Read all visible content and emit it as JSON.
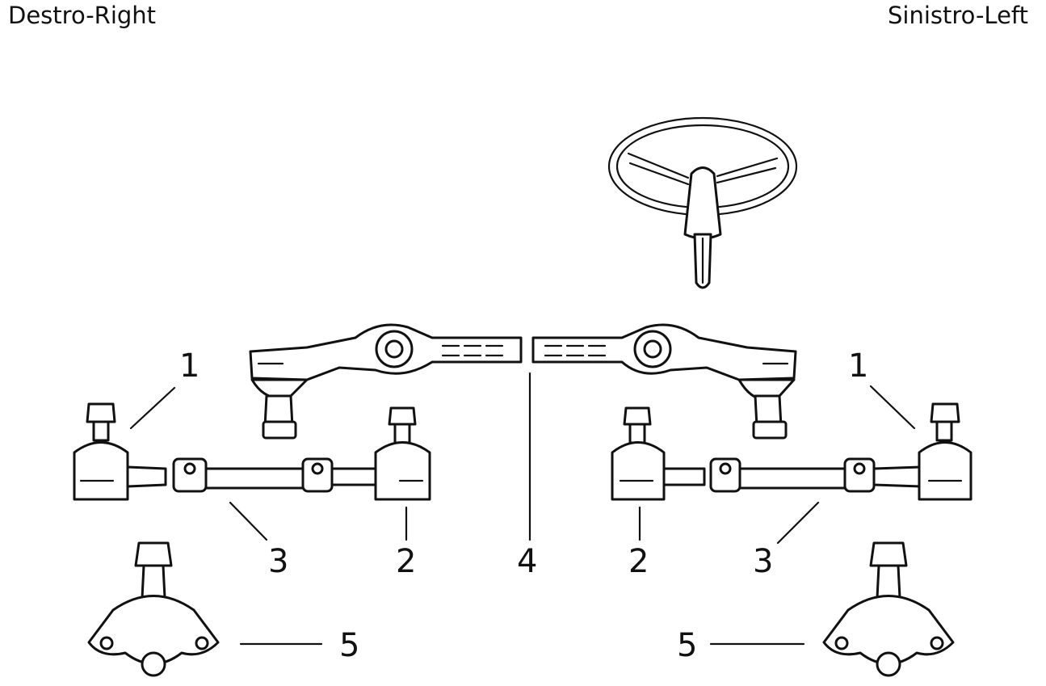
{
  "labels": {
    "right_side": "Destro-Right",
    "left_side": "Sinistro-Left"
  },
  "callouts": {
    "r1": "1",
    "l1": "1",
    "r3": "3",
    "r2": "2",
    "c4": "4",
    "l2": "2",
    "l3": "3",
    "r5": "5",
    "l5": "5"
  },
  "colors": {
    "line": "#111111",
    "background": "#ffffff"
  }
}
